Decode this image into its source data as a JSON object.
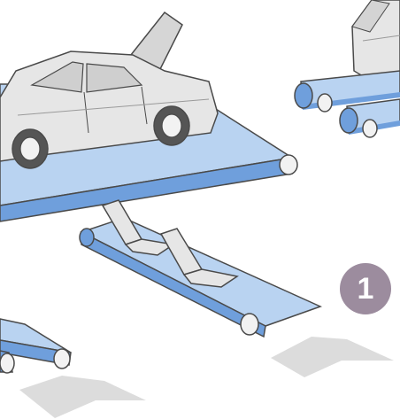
{
  "step": {
    "number": "1",
    "color": "#9c8c9e"
  },
  "palette": {
    "belt_light": "#b9d3f1",
    "belt_dark": "#6f9fdc",
    "outline": "#4a4a4a",
    "car_body": "#e6e6e6",
    "car_shade": "#cfcfcf",
    "arrow": "#dcdcdc"
  },
  "scene": {
    "items": [
      {
        "name": "car",
        "icon": "car-icon"
      },
      {
        "name": "car-seats",
        "icon": "seat-icon"
      },
      {
        "name": "parts-crate",
        "icon": "crate-icon"
      },
      {
        "name": "conveyor-main",
        "icon": "conveyor-icon"
      },
      {
        "name": "conveyor-seats",
        "icon": "conveyor-icon"
      },
      {
        "name": "conveyor-upper-right",
        "icon": "conveyor-icon"
      },
      {
        "name": "conveyor-lower-left",
        "icon": "conveyor-icon"
      },
      {
        "name": "flow-arrow-right",
        "icon": "arrow-icon"
      },
      {
        "name": "flow-arrow-left",
        "icon": "arrow-icon"
      }
    ]
  }
}
